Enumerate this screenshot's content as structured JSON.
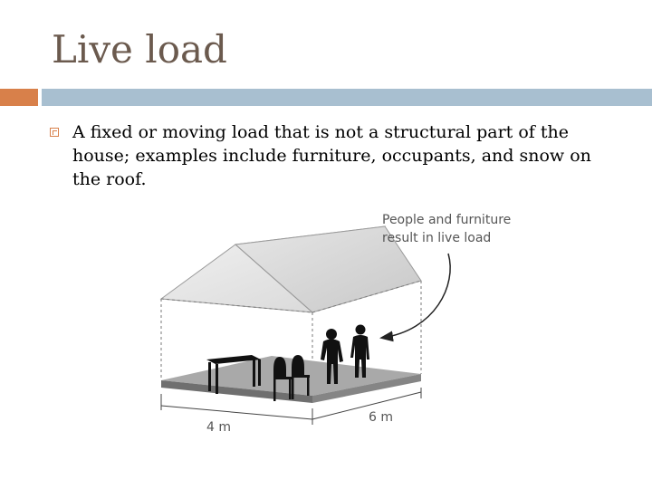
{
  "slide": {
    "title": "Live load",
    "bullet": "A fixed or moving load that is not a structural part of the house; examples include furniture, occupants, and snow on the roof."
  },
  "figure": {
    "callout_line1": "People and furniture",
    "callout_line2": "result in live load",
    "dim_width": "4 m",
    "dim_depth": "6 m"
  },
  "colors": {
    "title": "#6b5a4e",
    "accent_bar": "#d8804a",
    "main_bar": "#a8bfd0"
  }
}
